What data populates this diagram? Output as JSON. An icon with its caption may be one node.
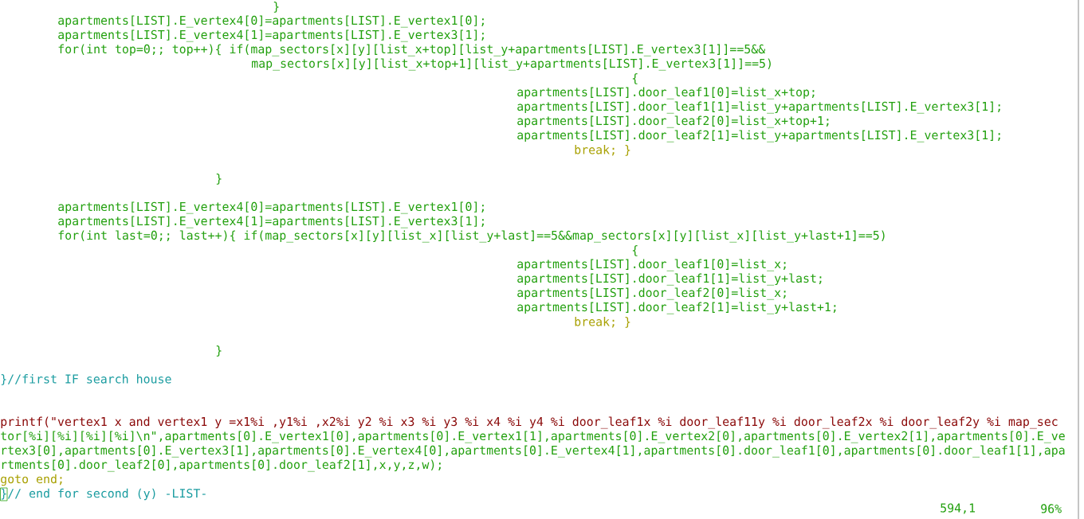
{
  "diagram": {
    "labels": [
      "}",
      "apartments[LIST].E_vertex4[0]=apartments[LIST].E_vertex1[0];",
      "apartments[LIST].E_vertex4[1]=apartments[LIST].E_vertex3[1];",
      "for(int top=0;; top++){ if(map_sectors[x][y][list_x+top][list_y+apartments[LIST].E_vertex3[1]]==5&&",
      "map_sectors[x][y][list_x+top+1][list_y+apartments[LIST].E_vertex3[1]]==5)",
      "{",
      "apartments[LIST].door_leaf1[0]=list_x+top;",
      "apartments[LIST].door_leaf1[1]=list_y+apartments[LIST].E_vertex3[1];",
      "apartments[LIST].door_leaf2[0]=list_x+top+1;",
      "apartments[LIST].door_leaf2[1]=list_y+apartments[LIST].E_vertex3[1];",
      "break;  }",
      "}",
      "apartments[LIST].E_vertex4[0]=apartments[LIST].E_vertex1[0];",
      "apartments[LIST].E_vertex4[1]=apartments[LIST].E_vertex3[1];",
      "for(int last=0;; last++){ if(map_sectors[x][y][list_x][list_y+last]==5&&map_sectors[x][y][list_x][list_y+last+1]==5)",
      "{",
      "apartments[LIST].door_leaf1[0]=list_x;",
      "apartments[LIST].door_leaf1[1]=list_y+last;",
      "apartments[LIST].door_leaf2[0]=list_x;",
      "apartments[LIST].door_leaf2[1]=list_y+last+1;",
      "break;  }",
      "}",
      "}//first IF search house",
      "printf(\"vertex1 x and vertex1 y =x1%i ,y1%i ,x2%i y2 %i x3 %i y3 %i x4 %i y4 %i door_leaf1x %i door_leaf11y %i door_leaf2x %i door_leaf2y %i  map_sec",
      "tor[%i][%i][%i][%i]\\n\",apartments[0].E_vertex1[0],apartments[0].E_vertex1[1],apartments[0].E_vertex2[0],apartments[0].E_vertex2[1],apartments[0].E_ve",
      "rtex3[0],apartments[0].E_vertex3[1],apartments[0].E_vertex4[0],apartments[0].E_vertex4[1],apartments[0].door_leaf1[0],apartments[0].door_leaf1[1],apa",
      "rtments[0].door_leaf2[0],apartments[0].door_leaf2[1],x,y,z,w);",
      "goto end;",
      "}// end for second (y) -LIST-",
      "594,1",
      "96%"
    ]
  }
}
